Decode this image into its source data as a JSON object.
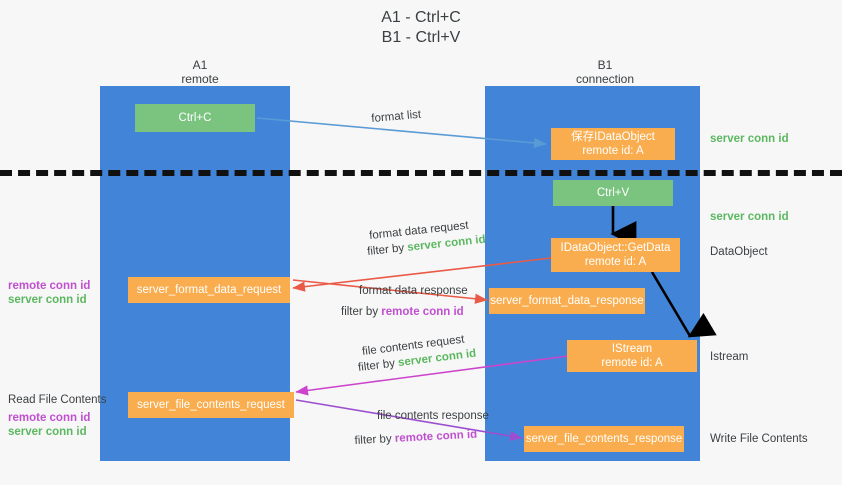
{
  "title": {
    "line1": "A1 - Ctrl+C",
    "line2": "B1 - Ctrl+V"
  },
  "colors": {
    "lane": "#4285d8",
    "orange": "#f9ad4e",
    "green_box": "#7ac47f",
    "server_conn_id": "#5cb860",
    "remote_conn_id": "#c050d0",
    "blue_arrow": "#5b9bd5",
    "red_arrow": "#ea5a47",
    "magenta_arrow": "#cc44cc",
    "purple_arrow": "#9b4fd0",
    "black_arrow": "#000000",
    "background": "#f7f7f7"
  },
  "columns": [
    {
      "name": "A1",
      "sub": "remote"
    },
    {
      "name": "B1",
      "sub": "connection"
    }
  ],
  "boxes": {
    "ctrl_c": {
      "label": "Ctrl+C",
      "kind": "green"
    },
    "ctrl_v": {
      "label": "Ctrl+V",
      "kind": "green"
    },
    "save_idataobject": {
      "line1": "保存IDataObject",
      "line2": "remote id: A",
      "kind": "orange"
    },
    "getdata": {
      "line1": "IDataObject::GetData",
      "line2": "remote id: A",
      "kind": "orange"
    },
    "istream": {
      "line1": "IStream",
      "line2": "remote id: A",
      "kind": "orange"
    },
    "server_format_data_request": {
      "label": "server_format_data_request",
      "kind": "orange"
    },
    "server_format_data_response": {
      "label": "server_format_data_response",
      "kind": "orange"
    },
    "server_file_contents_request": {
      "label": "server_file_contents_request",
      "kind": "orange"
    },
    "server_file_contents_response": {
      "label": "server_file_contents_response",
      "kind": "orange"
    }
  },
  "side_labels": {
    "server_conn_id_top": "server conn id",
    "server_conn_id_mid": "server conn id",
    "dataobject": "DataObject",
    "istream": "Istream",
    "write_file_contents": "Write File Contents",
    "read_file_contents": "Read File Contents"
  },
  "left_legends": [
    {
      "remote": "remote conn id",
      "server": "server conn id"
    },
    {
      "remote": "remote conn id",
      "server": "server conn id"
    }
  ],
  "arrow_labels": {
    "format_list": "format list",
    "format_data_request": "format data request",
    "format_data_request_filter_prefix": "filter by ",
    "format_data_request_filter_key": "server conn id",
    "format_data_response": "format data response",
    "format_data_response_filter_prefix": "filter by ",
    "format_data_response_filter_key": "remote conn id",
    "file_contents_request": "file contents request",
    "file_contents_request_filter_prefix": "filter by ",
    "file_contents_request_filter_key": "server conn id",
    "file_contents_response": "file contents response",
    "file_contents_response_filter_prefix": "filter by ",
    "file_contents_response_filter_key": "remote conn id"
  }
}
